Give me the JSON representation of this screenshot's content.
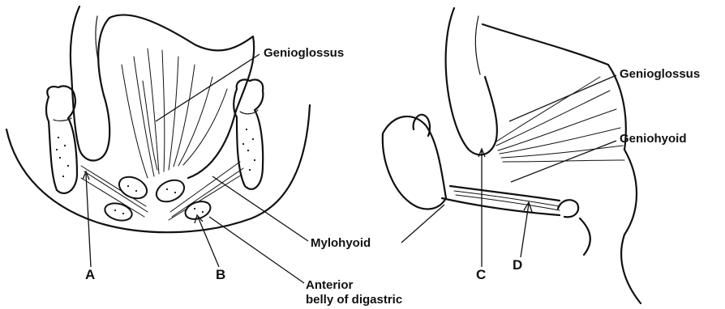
{
  "labels": {
    "genioglossus_left": "Genioglossus",
    "genioglossus_right": "Genioglossus",
    "geniohyoid": "Geniohyoid",
    "mylohyoid": "Mylohyoid",
    "anterior_line1": "Anterior",
    "anterior_line2": "belly of digastric",
    "letter_a": "A",
    "letter_b": "B",
    "letter_c": "C",
    "letter_d": "D"
  }
}
